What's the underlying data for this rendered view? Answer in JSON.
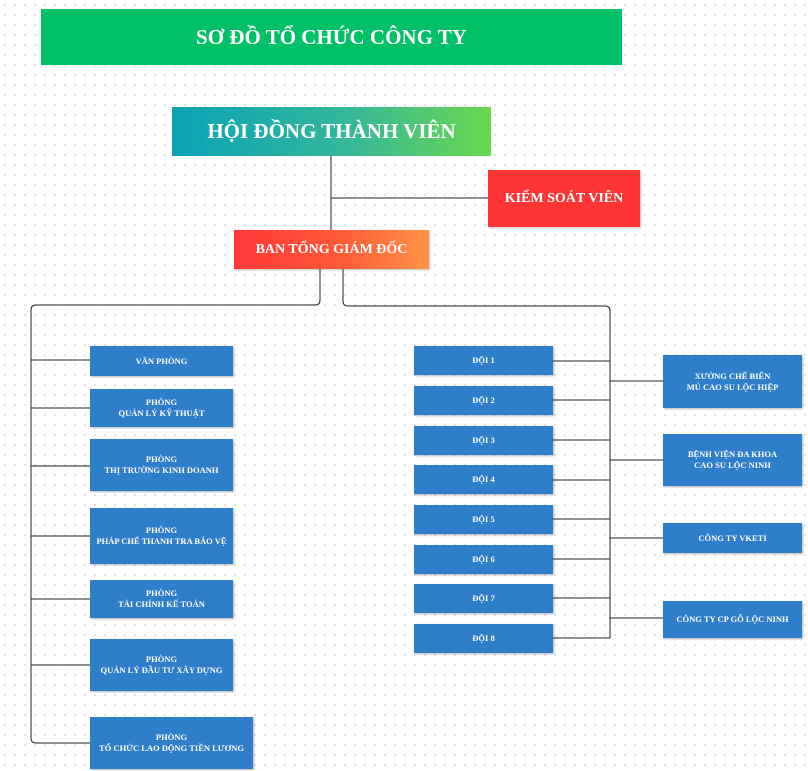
{
  "title": "SƠ ĐỒ TỔ CHỨC CÔNG TY",
  "board": "HỘI ĐỒNG THÀNH VIÊN",
  "supervisor": "KIỂM SOÁT VIÊN",
  "ceo": "BAN TỔNG GIÁM ĐỐC",
  "departments": [
    "VĂN PHÒNG",
    "PHÒNG\nQUẢN LÝ KỸ THUẬT",
    "PHÒNG\nTHỊ TRƯỜNG KINH DOANH",
    "PHÒNG\nPHÁP CHẾ THANH TRA BẢO VỆ",
    "PHÒNG\nTÀI CHÍNH KẾ TOÁN",
    "PHÒNG\nQUẢN LÝ ĐẦU TƯ XÂY DỰNG",
    "PHÒNG\nTỔ CHỨC LAO ĐỘNG TIỀN LƯƠNG"
  ],
  "teams": [
    "ĐỘI 1",
    "ĐỘI 2",
    "ĐỘI 3",
    "ĐỘI 4",
    "ĐỘI 5",
    "ĐỘI 6",
    "ĐỘI 7",
    "ĐỘI 8"
  ],
  "units": [
    "XƯỞNG CHẾ BIẾN\nMỦ CAO SU LỘC HIỆP",
    "BỆNH VIỆN ĐA KHOA\nCAO SU LỘC NINH",
    "CÔNG TY VKETI",
    "CÔNG TY CP GỖ LỘC NINH"
  ],
  "colors": {
    "title_bg": "#02c065",
    "supervisor_bg": "#ff3535",
    "box_blue": "#2f7ec9",
    "connector": "#222222"
  }
}
